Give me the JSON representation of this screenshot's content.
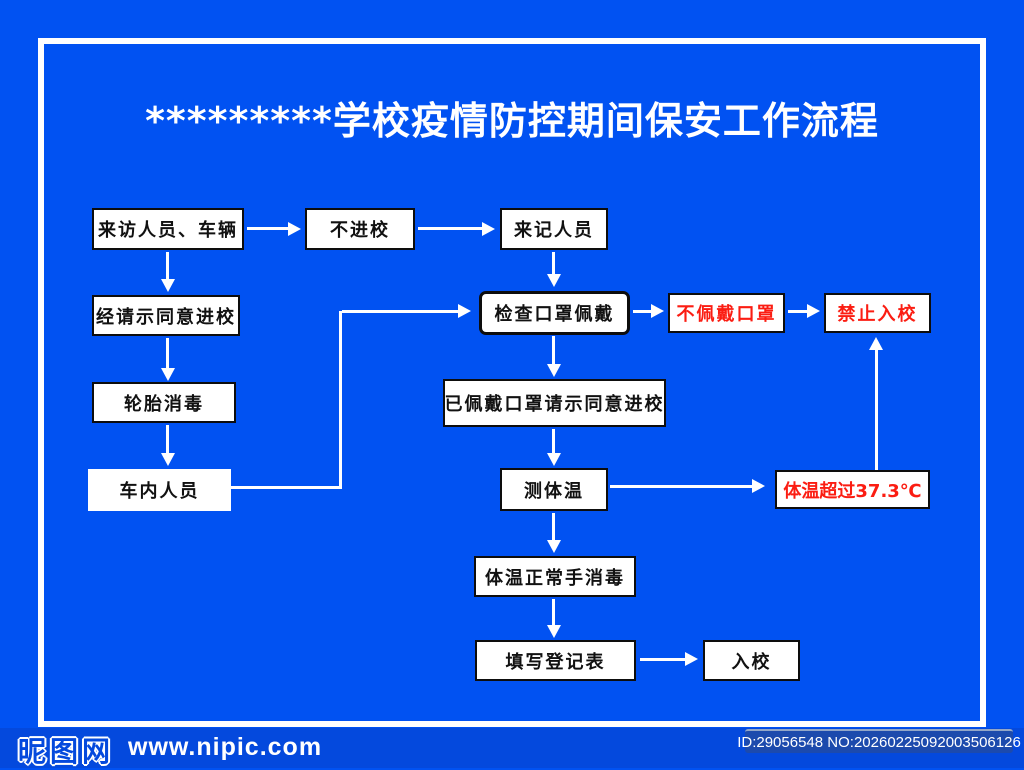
{
  "title": "*********学校疫情防控期间保安工作流程",
  "flow": {
    "nodes": [
      {
        "id": "visitors-vehicles",
        "label": "来访人员、车辆",
        "style": "normal"
      },
      {
        "id": "no-entry",
        "label": "不进校",
        "style": "normal"
      },
      {
        "id": "register-visitors",
        "label": "来记人员",
        "style": "normal"
      },
      {
        "id": "approved-entry",
        "label": "经请示同意进校",
        "style": "normal"
      },
      {
        "id": "check-mask",
        "label": "检查口罩佩戴",
        "style": "emphasis"
      },
      {
        "id": "no-mask",
        "label": "不佩戴口罩",
        "style": "alert"
      },
      {
        "id": "entry-forbidden",
        "label": "禁止入校",
        "style": "alert"
      },
      {
        "id": "tire-disinfection",
        "label": "轮胎消毒",
        "style": "normal"
      },
      {
        "id": "mask-on-approved",
        "label": "已佩戴口罩请示同意进校",
        "style": "normal"
      },
      {
        "id": "people-in-vehicle",
        "label": "车内人员",
        "style": "plain"
      },
      {
        "id": "measure-temperature",
        "label": "测体温",
        "style": "normal"
      },
      {
        "id": "temp-over-limit",
        "label": "体温超过37.3℃",
        "style": "alert"
      },
      {
        "id": "temp-normal-sanitize",
        "label": "体温正常手消毒",
        "style": "normal"
      },
      {
        "id": "fill-register-form",
        "label": "填写登记表",
        "style": "normal"
      },
      {
        "id": "enter-school",
        "label": "入校",
        "style": "normal"
      }
    ]
  },
  "footer": {
    "site_name": "昵图网",
    "site_url": "www.nipic.com",
    "watermark_id": "ID:29056548 NO:20260225092003506126"
  },
  "colors": {
    "background": "#0152f2",
    "footer_strip": "#0449dd",
    "badge_background": "#1c4aad",
    "box_fill": "#ffffff",
    "box_border": "#111111",
    "alert_text": "#fb1d12",
    "connector": "#ffffff",
    "title_text": "#ffffff"
  }
}
